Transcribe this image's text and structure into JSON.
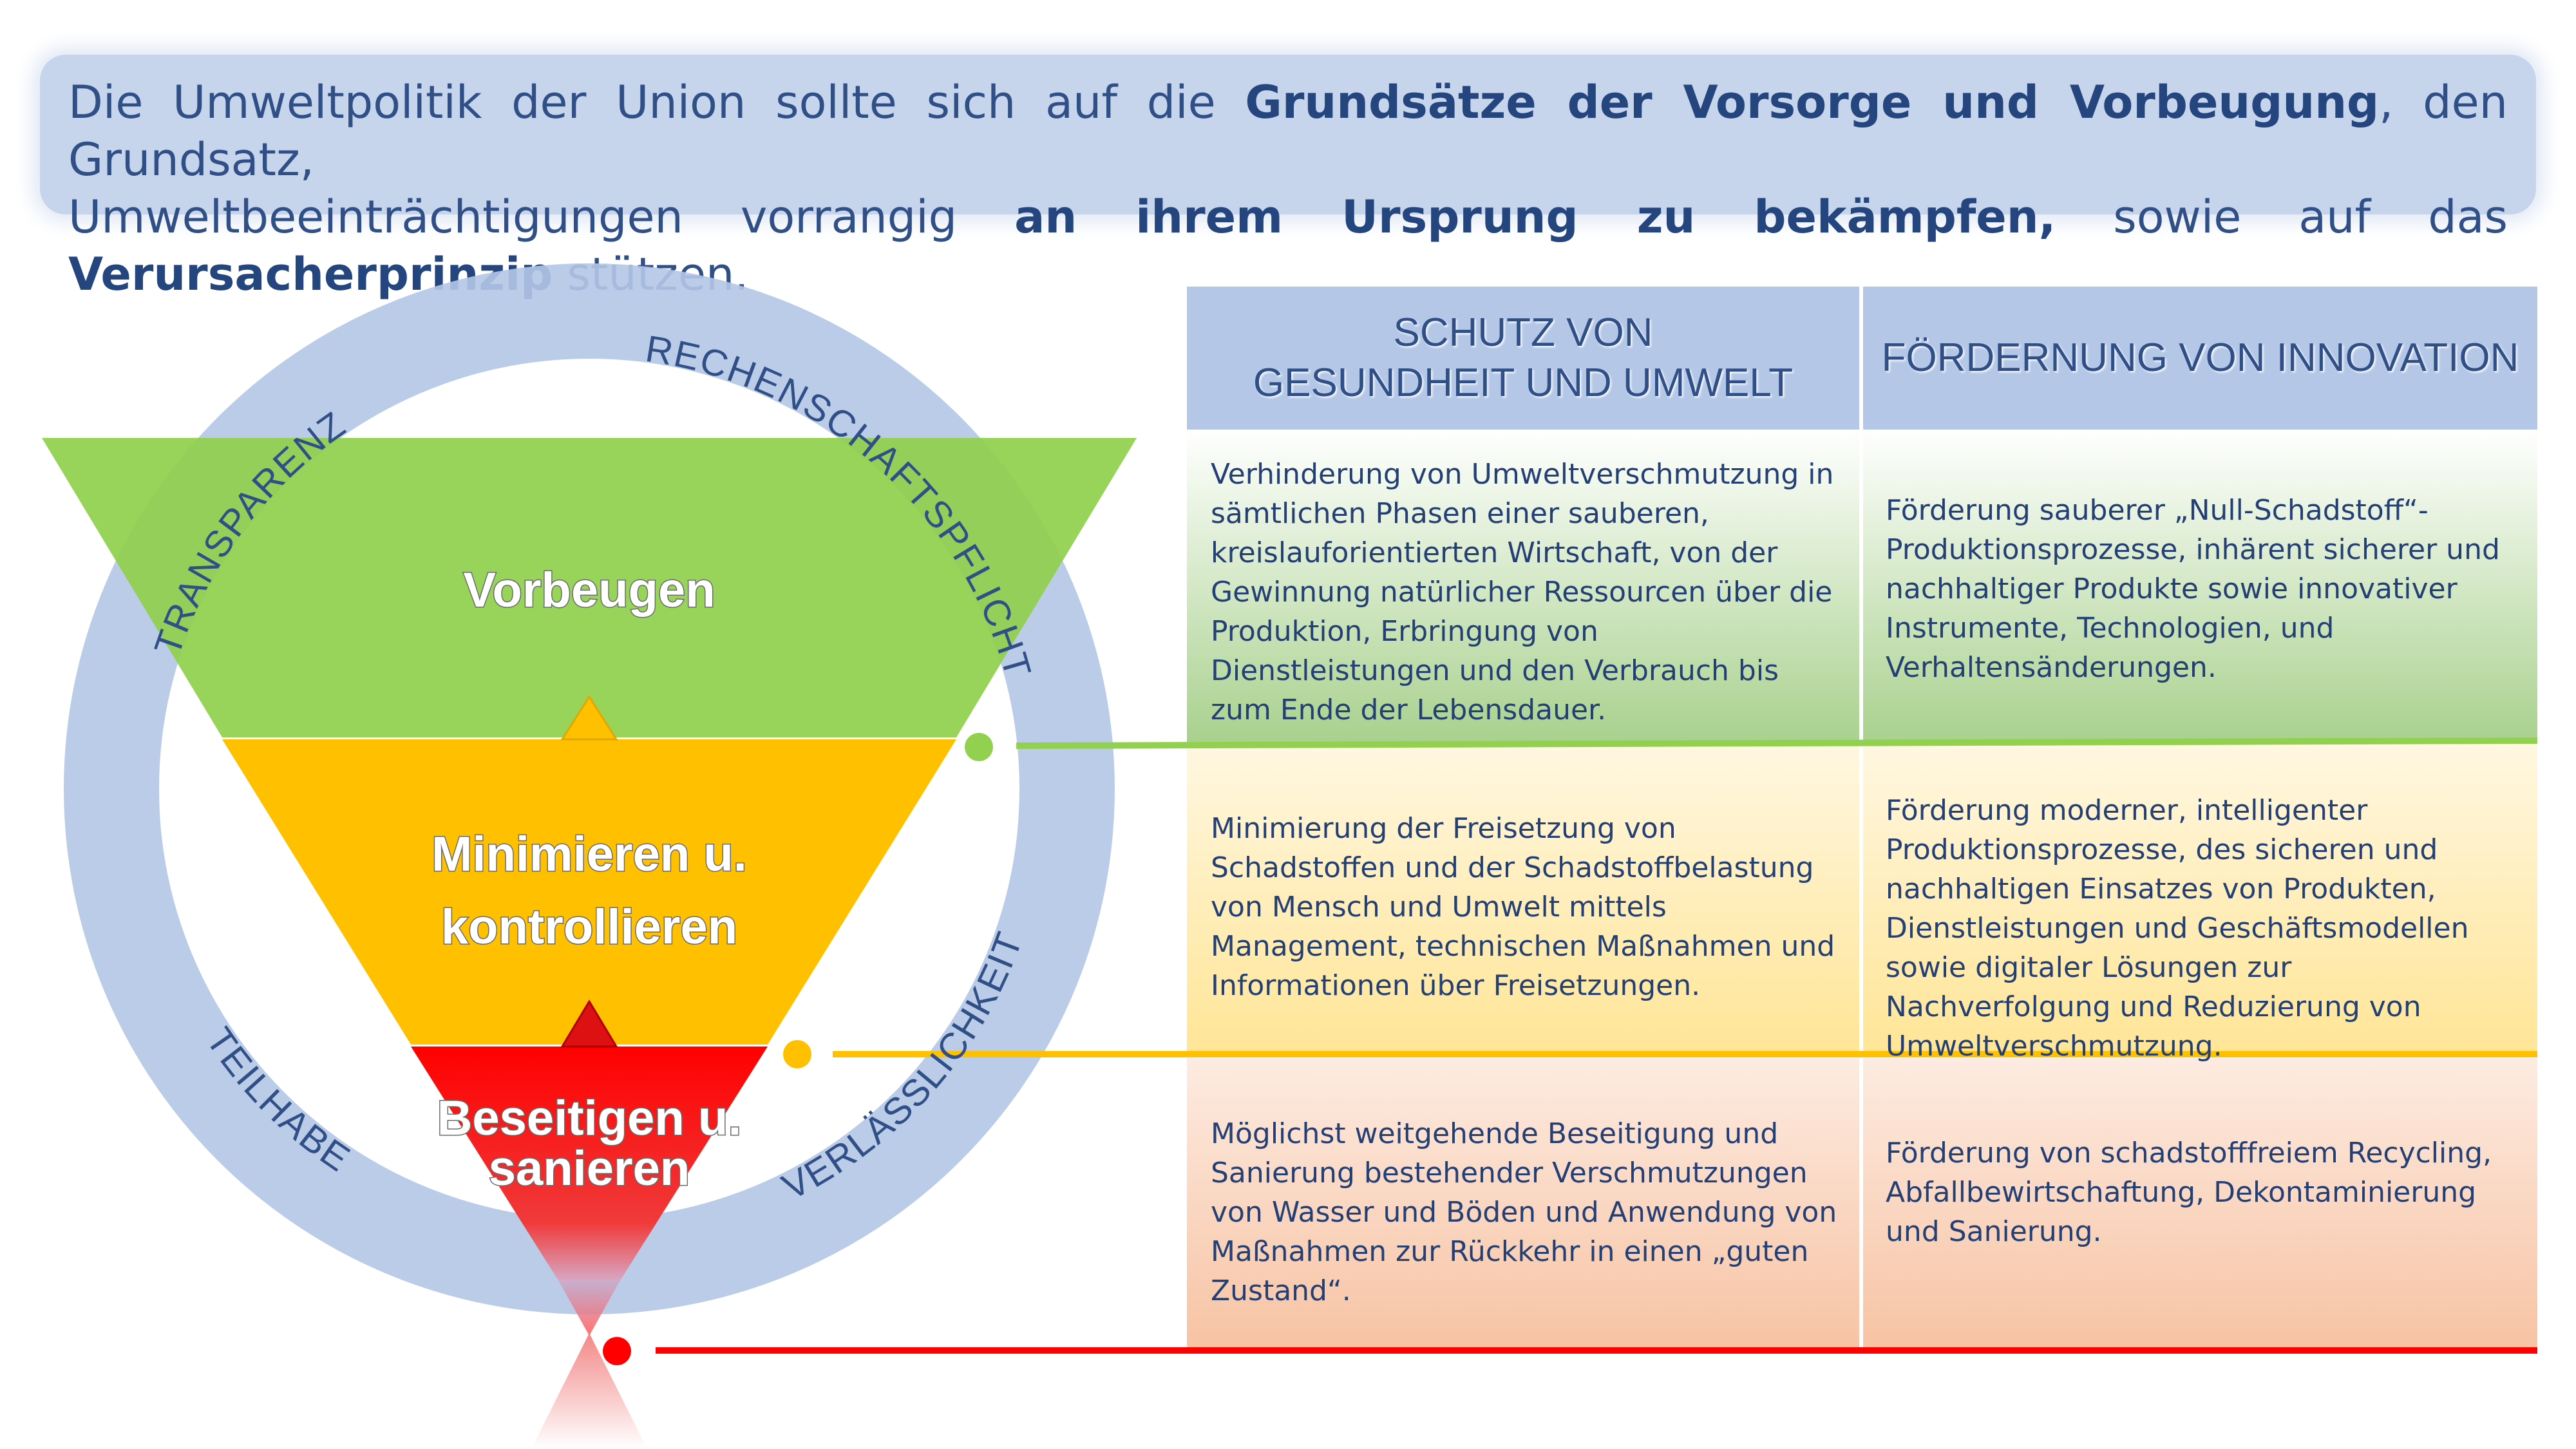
{
  "banner": {
    "line1_a": "Die Umweltpolitik der Union sollte sich auf die ",
    "line1_b": "Grundsätze der Vorsorge und Vorbeugung",
    "line1_c": ", den Grundsatz,",
    "line2_a": "Umweltbeeinträchtigungen vorrangig ",
    "line2_b": "an ihrem Ursprung zu bekämpfen,",
    "line2_c": " sowie auf das ",
    "line2_d": "Verursacherprinzip",
    "line2_e": " stützen."
  },
  "ring": {
    "labels": {
      "transparenz": "TRANSPARENZ",
      "rechenschaft": "RECHENSCHAFTSPFLICHT",
      "teilhabe": "TEILHABE",
      "verlaesslichkeit": "VERLÄSSLICHKEIT"
    }
  },
  "pyramid": {
    "top": "Vorbeugen",
    "middle_line1": "Minimieren u.",
    "middle_line2": "kontrollieren",
    "bottom_line1": "Beseitigen u.",
    "bottom_line2": "sanieren"
  },
  "table": {
    "col1_line1": "SCHUTZ VON",
    "col1_line2": "GESUNDHEIT UND UMWELT",
    "col2": "FÖRDERNUNG VON INNOVATION",
    "rows": [
      {
        "col1": "Verhinderung von Umweltverschmutzung in sämtlichen Phasen einer sauberen, kreislauforientierten Wirtschaft, von der Gewinnung natürlicher Ressourcen über die Produktion, Erbringung von Dienstleistungen und den Verbrauch bis zum Ende der Lebensdauer.",
        "col2": "Förderung sauberer „Null-Schadstoff“-Produktionsprozesse, inhärent sicherer und nachhaltiger Produkte sowie innovativer Instrumente, Technologien, und Verhaltensänderungen."
      },
      {
        "col1": "Minimierung der Freisetzung von Schadstoffen und der Schadstoffbelastung von Mensch und Umwelt mittels Management, technischen Maßnahmen und Informationen über Freisetzungen.",
        "col2": "Förderung moderner, intelligenter Produktionsprozesse, des sicheren und nachhaltigen Einsatzes von Produkten, Dienstleistungen und Geschäftsmodellen sowie digitaler Lösungen zur Nachverfolgung und Reduzierung von Umweltverschmutzung."
      },
      {
        "col1": "Möglichst weitgehende Beseitigung und Sanierung bestehender Verschmutzungen von Wasser und Böden und Anwendung von Maßnahmen zur Rückkehr in einen „guten Zustand“.",
        "col2": "Förderung von schadstofffreiem Recycling, Abfallbewirtschaftung, Dekontaminierung und Sanierung."
      }
    ]
  },
  "colors": {
    "green": "#92d050",
    "yellow": "#ffc000",
    "red": "#ff0000",
    "ring": "#b4c7e7",
    "text": "#2f4f86"
  }
}
